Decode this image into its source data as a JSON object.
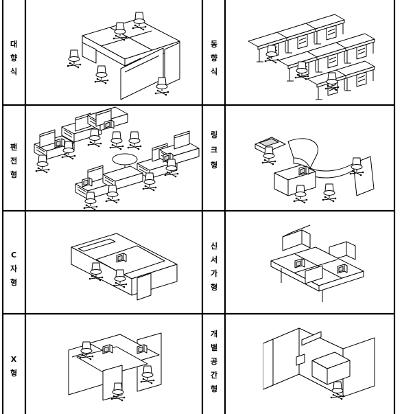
{
  "table": {
    "cells": [
      {
        "label": [
          "대",
          "향",
          "식"
        ]
      },
      {
        "label": [
          "동",
          "향",
          "식"
        ]
      },
      {
        "label": [
          "팬",
          "전",
          "형"
        ]
      },
      {
        "label": [
          "링",
          "크",
          "형"
        ]
      },
      {
        "label": [
          "C",
          "자",
          "형"
        ]
      },
      {
        "label": [
          "신",
          "서",
          "가",
          "형"
        ]
      },
      {
        "label": [
          "X",
          "형"
        ]
      },
      {
        "label": [
          "개",
          "별",
          "공",
          "간",
          "형"
        ]
      }
    ]
  }
}
